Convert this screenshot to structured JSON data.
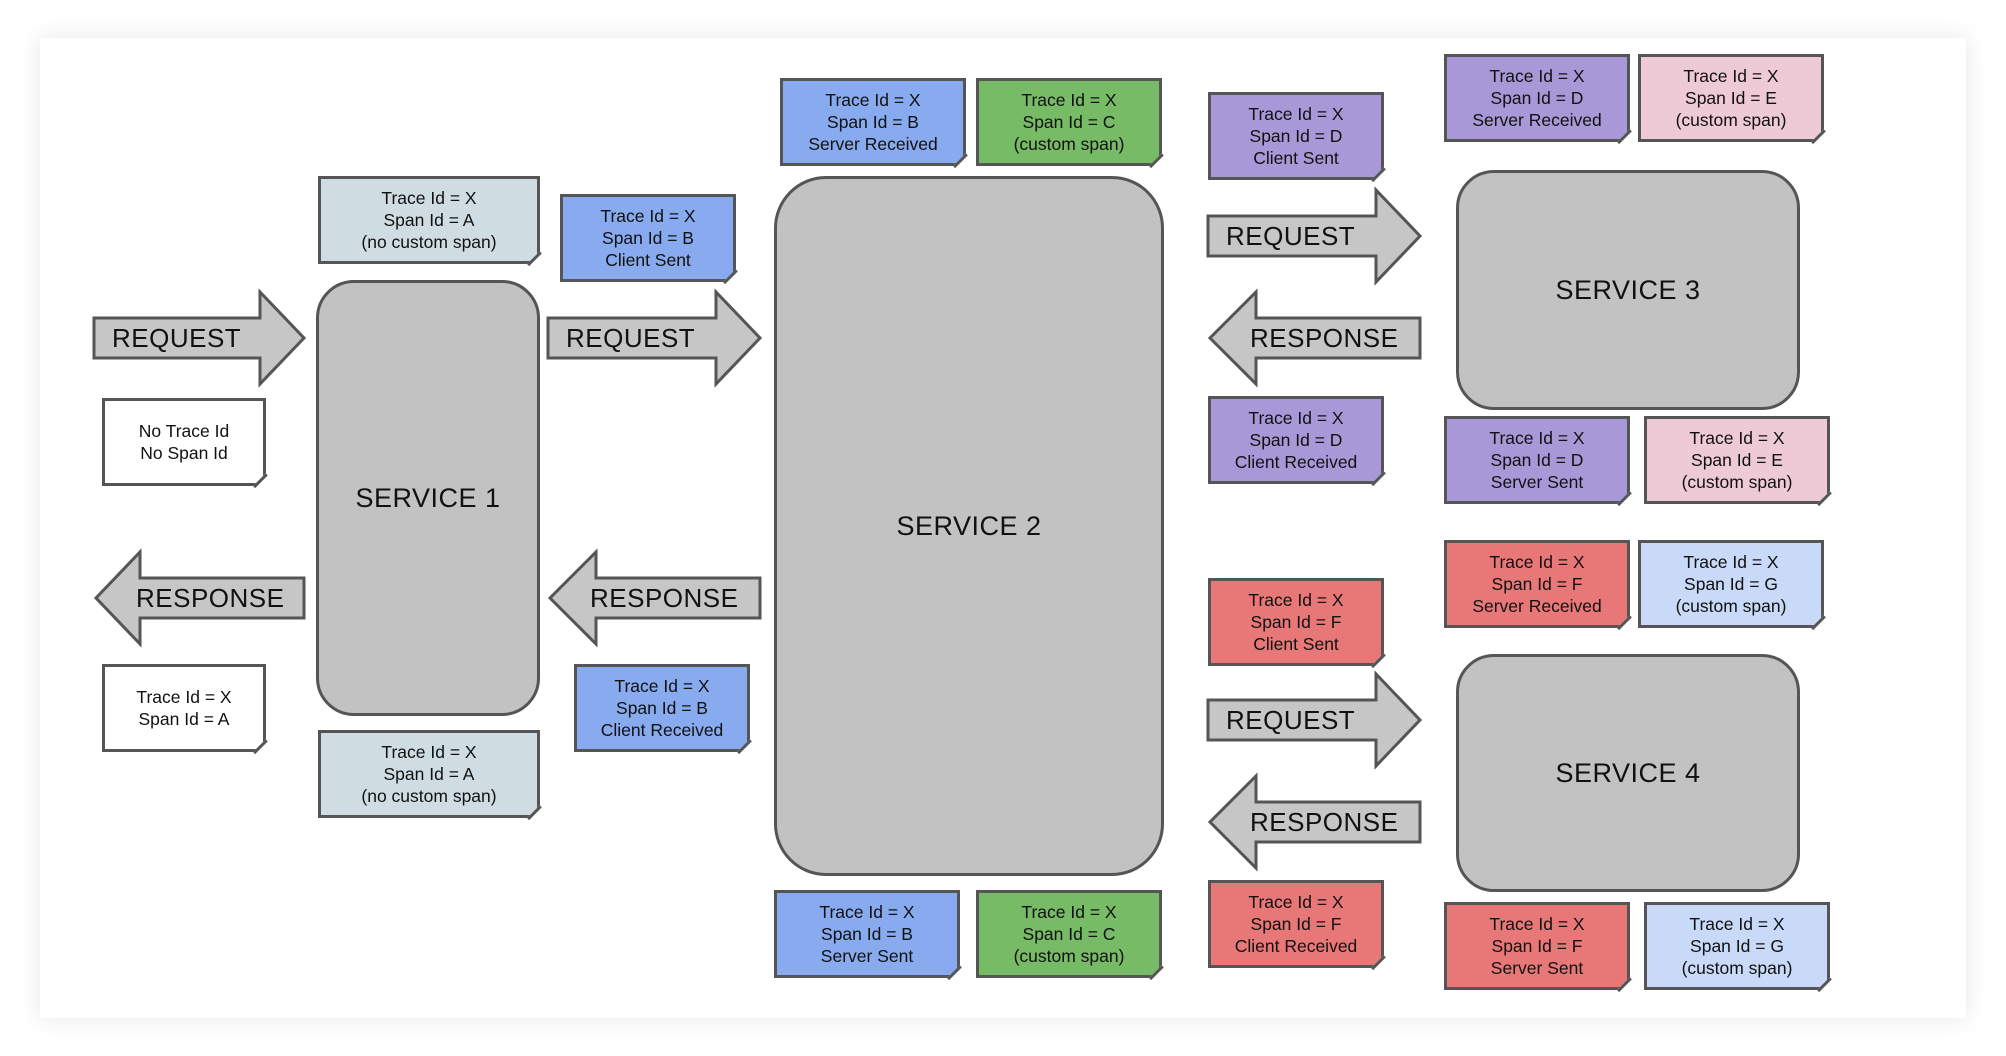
{
  "services": {
    "s1": "SERVICE 1",
    "s2": "SERVICE 2",
    "s3": "SERVICE 3",
    "s4": "SERVICE 4"
  },
  "arrows": {
    "request": "REQUEST",
    "response": "RESPONSE"
  },
  "notes": {
    "no_trace": [
      "No Trace Id",
      "No Span Id"
    ],
    "s1_response": [
      "Trace Id = X",
      "Span Id = A"
    ],
    "s1_top": [
      "Trace Id = X",
      "Span Id = A",
      "(no custom span)"
    ],
    "s1_bottom": [
      "Trace Id = X",
      "Span Id = A",
      "(no custom span)"
    ],
    "b_client_sent": [
      "Trace Id = X",
      "Span Id = B",
      "Client Sent"
    ],
    "b_client_recv": [
      "Trace Id = X",
      "Span Id = B",
      "Client Received"
    ],
    "b_server_recv": [
      "Trace Id = X",
      "Span Id = B",
      "Server Received"
    ],
    "c_top": [
      "Trace Id = X",
      "Span Id = C",
      "(custom span)"
    ],
    "b_server_sent": [
      "Trace Id = X",
      "Span Id = B",
      "Server Sent"
    ],
    "c_bottom": [
      "Trace Id = X",
      "Span Id = C",
      "(custom span)"
    ],
    "d_client_sent": [
      "Trace Id = X",
      "Span Id = D",
      "Client Sent"
    ],
    "d_client_recv": [
      "Trace Id = X",
      "Span Id = D",
      "Client Received"
    ],
    "d_server_recv": [
      "Trace Id = X",
      "Span Id = D",
      "Server Received"
    ],
    "e_top": [
      "Trace Id = X",
      "Span Id = E",
      "(custom span)"
    ],
    "d_server_sent": [
      "Trace Id = X",
      "Span Id = D",
      "Server Sent"
    ],
    "e_bottom": [
      "Trace Id = X",
      "Span Id = E",
      "(custom span)"
    ],
    "f_server_recv": [
      "Trace Id = X",
      "Span Id = F",
      "Server Received"
    ],
    "g_top": [
      "Trace Id = X",
      "Span Id = G",
      "(custom span)"
    ],
    "f_client_sent": [
      "Trace Id = X",
      "Span Id = F",
      "Client Sent"
    ],
    "f_client_recv": [
      "Trace Id = X",
      "Span Id = F",
      "Client Received"
    ],
    "f_server_sent": [
      "Trace Id = X",
      "Span Id = F",
      "Server Sent"
    ],
    "g_bottom": [
      "Trace Id = X",
      "Span Id = G",
      "(custom span)"
    ]
  },
  "colors": {
    "white": "#ffffff",
    "grey": "#cfdde2",
    "blue": "#88aaee",
    "green": "#77bb66",
    "purple": "#a898d8",
    "pink": "#eecad6",
    "red": "#e87878",
    "light_blue": "#c8daf7",
    "service_fill": "#c2c2c2",
    "arrow_fill": "#c6c6c6"
  }
}
